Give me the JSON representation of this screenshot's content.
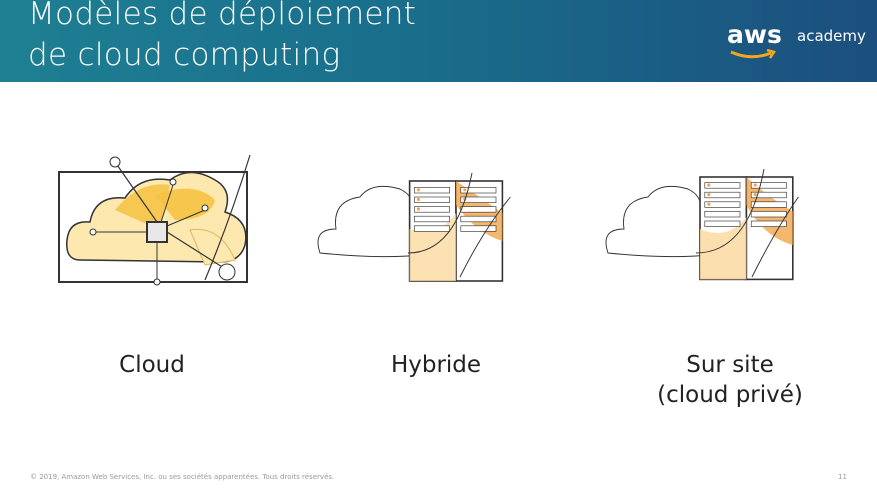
{
  "slide": {
    "title_line1": "Modèles de déploiement",
    "title_line2": "de cloud computing",
    "logo_text": "aws",
    "logo_sub": "academy"
  },
  "models": [
    {
      "label_line1": "Cloud",
      "label_line2": ""
    },
    {
      "label_line1": "Hybride",
      "label_line2": ""
    },
    {
      "label_line1": "Sur site",
      "label_line2": "(cloud privé)"
    }
  ],
  "footer": {
    "copyright": "© 2019, Amazon Web Services, Inc. ou ses sociétés apparentées. Tous droits réservés.",
    "page_number": "11"
  },
  "colors": {
    "header_start": "#1e7f92",
    "header_end": "#1b4f7e",
    "accent_yellow": "#f5c242",
    "accent_orange": "#f2a54a"
  }
}
